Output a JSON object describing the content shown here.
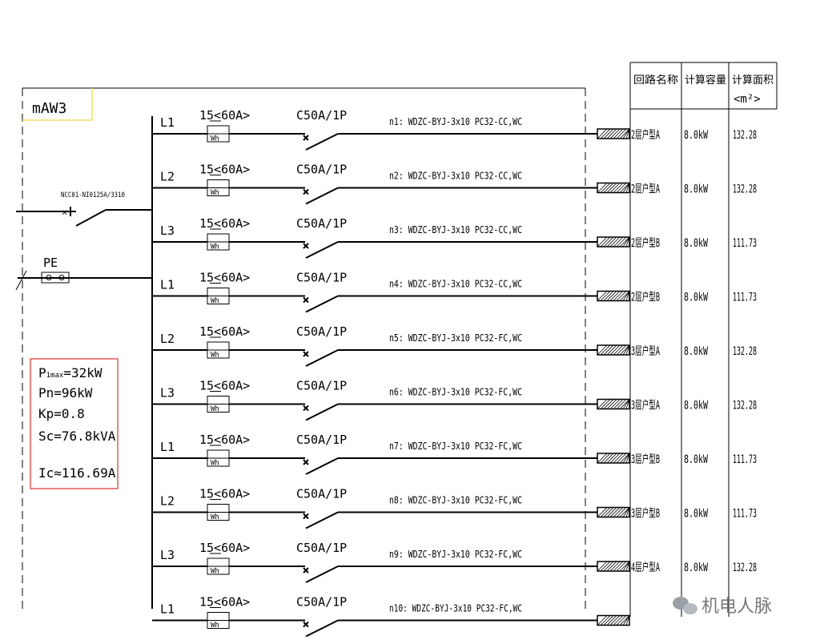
{
  "panel": {
    "name": "mAW3"
  },
  "incoming": {
    "breaker_label": "NCC01-NI0125A/3310",
    "pe_label": "PE"
  },
  "calc_box": {
    "pmax": "P",
    "pmax_sub": "1max",
    "pmax_val": "=32kW",
    "pn": "Pn=96kW",
    "kp": "Kp=0.8",
    "sc": "Sc=76.8kVA",
    "ic": "Ic≈116.69A"
  },
  "table": {
    "headers": [
      "回路名称",
      "计算容量",
      "计算面积"
    ],
    "area_unit": "<m²>"
  },
  "circuits": [
    {
      "phase": "L1",
      "meter": "15<60A>",
      "meter_icon": "Wh",
      "breaker": "C50A/1P",
      "cable": "n1: WDZC-BYJ-3x10 PC32-CC,WC",
      "name": "2层户型A",
      "capacity": "8.0kW",
      "area": "132.28"
    },
    {
      "phase": "L2",
      "meter": "15<60A>",
      "meter_icon": "Wh",
      "breaker": "C50A/1P",
      "cable": "n2: WDZC-BYJ-3x10 PC32-CC,WC",
      "name": "2层户型A",
      "capacity": "8.0kW",
      "area": "132.28"
    },
    {
      "phase": "L3",
      "meter": "15<60A>",
      "meter_icon": "Wh",
      "breaker": "C50A/1P",
      "cable": "n3: WDZC-BYJ-3x10 PC32-CC,WC",
      "name": "2层户型B",
      "capacity": "8.0kW",
      "area": "111.73"
    },
    {
      "phase": "L1",
      "meter": "15<60A>",
      "meter_icon": "Wh",
      "breaker": "C50A/1P",
      "cable": "n4: WDZC-BYJ-3x10 PC32-CC,WC",
      "name": "2层户型B",
      "capacity": "8.0kW",
      "area": "111.73"
    },
    {
      "phase": "L2",
      "meter": "15<60A>",
      "meter_icon": "Wh",
      "breaker": "C50A/1P",
      "cable": "n5: WDZC-BYJ-3x10 PC32-FC,WC",
      "name": "3层户型A",
      "capacity": "8.0kW",
      "area": "132.28"
    },
    {
      "phase": "L3",
      "meter": "15<60A>",
      "meter_icon": "Wh",
      "breaker": "C50A/1P",
      "cable": "n6: WDZC-BYJ-3x10 PC32-FC,WC",
      "name": "3层户型A",
      "capacity": "8.0kW",
      "area": "132.28"
    },
    {
      "phase": "L1",
      "meter": "15<60A>",
      "meter_icon": "Wh",
      "breaker": "C50A/1P",
      "cable": "n7: WDZC-BYJ-3x10 PC32-FC,WC",
      "name": "3层户型B",
      "capacity": "8.0kW",
      "area": "111.73"
    },
    {
      "phase": "L2",
      "meter": "15<60A>",
      "meter_icon": "Wh",
      "breaker": "C50A/1P",
      "cable": "n8: WDZC-BYJ-3x10 PC32-FC,WC",
      "name": "3层户型B",
      "capacity": "8.0kW",
      "area": "111.73"
    },
    {
      "phase": "L3",
      "meter": "15<60A>",
      "meter_icon": "Wh",
      "breaker": "C50A/1P",
      "cable": "n9: WDZC-BYJ-3x10 PC32-FC,WC",
      "name": "4层户型A",
      "capacity": "8.0kW",
      "area": "132.28"
    },
    {
      "phase": "L1",
      "meter": "15<60A>",
      "meter_icon": "Wh",
      "breaker": "C50A/1P",
      "cable": "n10: WDZC-BYJ-3x10 PC32-FC,WC",
      "name": "",
      "capacity": "",
      "area": ""
    }
  ],
  "watermark": {
    "text": "机电人脉",
    "icon": "wechat-icon"
  },
  "colors": {
    "calc_box_border": "#e03030",
    "panel_label_border": "#f0e060",
    "line": "#000000"
  }
}
